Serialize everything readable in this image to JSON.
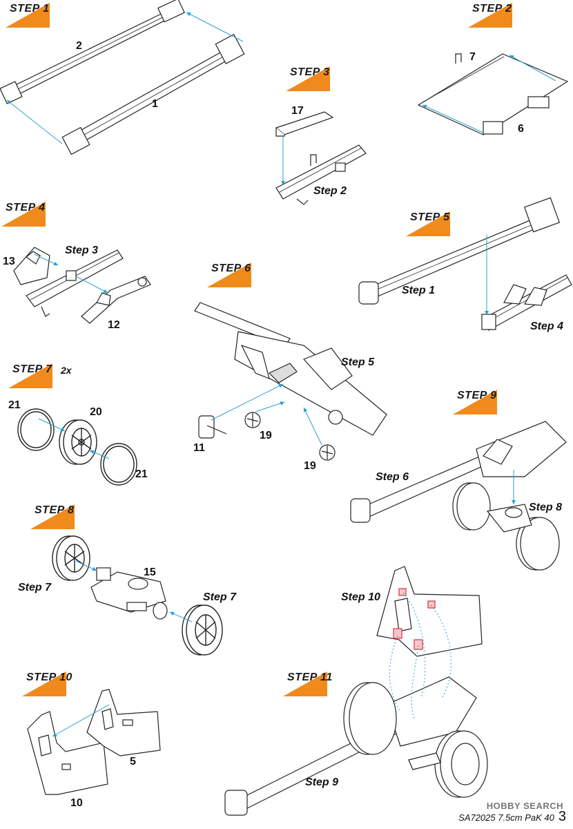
{
  "steps": [
    {
      "label": "STEP 1"
    },
    {
      "label": "STEP 2"
    },
    {
      "label": "STEP 3"
    },
    {
      "label": "STEP 4"
    },
    {
      "label": "STEP 5"
    },
    {
      "label": "STEP 6"
    },
    {
      "label": "STEP 7",
      "note": "2x"
    },
    {
      "label": "STEP 8"
    },
    {
      "label": "STEP 9"
    },
    {
      "label": "STEP 10"
    },
    {
      "label": "STEP 11"
    }
  ],
  "part_numbers": {
    "p1": "1",
    "p2": "2",
    "p5": "5",
    "p6": "6",
    "p7": "7",
    "p10": "10",
    "p11": "11",
    "p12": "12",
    "p13": "13",
    "p15": "15",
    "p17": "17",
    "p19a": "19",
    "p19b": "19",
    "p20": "20",
    "p21a": "21",
    "p21b": "21"
  },
  "step_refs": {
    "s3_step2": "Step 2",
    "s4_step3": "Step 3",
    "s5_step1": "Step 1",
    "s5_step4": "Step 4",
    "s6_step5": "Step 5",
    "s8_step7a": "Step 7",
    "s8_step7b": "Step 7",
    "s9_step6": "Step 6",
    "s9_step8": "Step 8",
    "s11_step10": "Step 10",
    "s11_step9": "Step 9"
  },
  "footer": {
    "product": "SA72025 7.5cm PaK 40",
    "page": "3",
    "watermark": "HOBBY SEARCH"
  },
  "colors": {
    "badge": "#f08a1c",
    "arrow": "#2a9fd6",
    "line": "#222222",
    "highlight": "#e0303a"
  }
}
